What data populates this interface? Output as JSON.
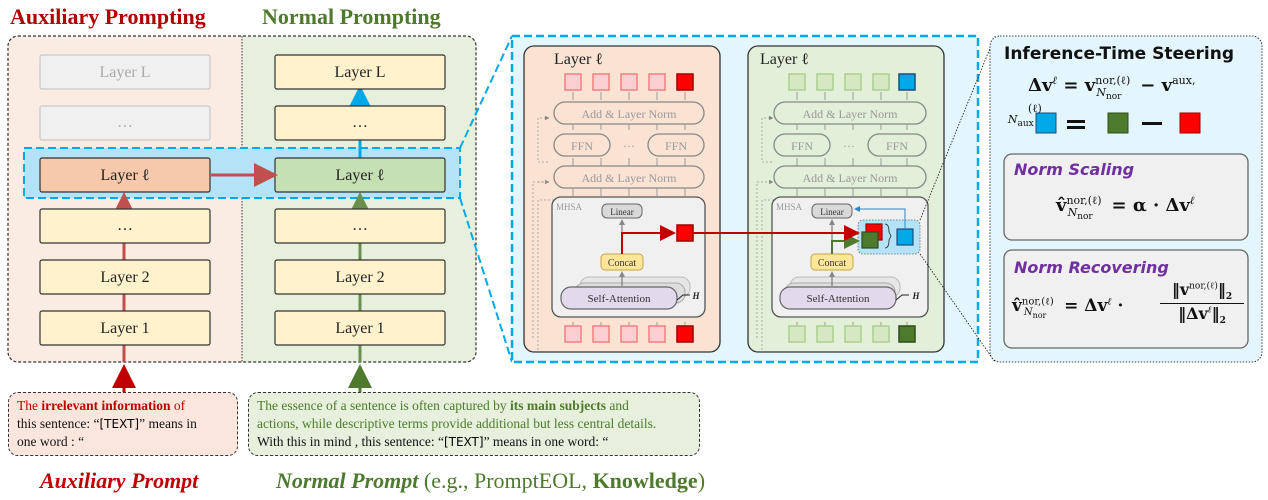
{
  "titles": {
    "auxiliary_prompting": "Auxiliary Prompting",
    "normal_prompting": "Normal Prompting"
  },
  "left_stack": {
    "layers": [
      "Layer L",
      "…",
      "Layer ℓ",
      "…",
      "Layer 2",
      "Layer 1"
    ],
    "faded_layers": [
      "Layer L",
      "…"
    ]
  },
  "right_stack": {
    "layers": [
      "Layer L",
      "…",
      "Layer ℓ",
      "…",
      "Layer 2",
      "Layer 1"
    ]
  },
  "zoom_panel": {
    "aux_layer": {
      "title": "Layer ℓ",
      "add_norm_top": "Add & Layer Norm",
      "ffn_left": "FFN",
      "ffn_ellipsis": "···",
      "ffn_right": "FFN",
      "add_norm_bottom": "Add & Layer Norm",
      "mhsa_label": "MHSA",
      "linear": "Linear",
      "concat": "Concat",
      "self_attention": "Self-Attention",
      "heads": "H"
    },
    "nor_layer": {
      "title": "Layer ℓ",
      "add_norm_top": "Add & Layer Norm",
      "ffn_left": "FFN",
      "ffn_ellipsis": "···",
      "ffn_right": "FFN",
      "add_norm_bottom": "Add & Layer Norm",
      "mhsa_label": "MHSA",
      "linear": "Linear",
      "concat": "Concat",
      "self_attention": "Self-Attention",
      "heads": "H"
    }
  },
  "steering": {
    "title": "Inference-Time Steering",
    "equation": "Δvℓ = v^{nor,(ℓ)}_{N_nor} − v^{aux,(ℓ)}_{N_aux}",
    "legend_equals": "=",
    "legend_minus": "−",
    "norm_scaling": {
      "title": "Norm Scaling",
      "equation": "v̂^{nor,(ℓ)}_{N_nor} = α · Δvℓ"
    },
    "norm_recovering": {
      "title": "Norm Recovering",
      "equation": "v̂^{nor,(ℓ)}_{N_nor} = Δvℓ · ‖v^{nor,(ℓ)}_{N_nor}‖₂ / ‖Δvℓ‖₂"
    }
  },
  "aux_prompt": {
    "part1": "The ",
    "bold": "irrelevant information",
    "part2": " of",
    "line2": "this sentence: “",
    "text_token": "[TEXT]",
    "line2_end": "” means in",
    "line3": "one word : “"
  },
  "normal_prompt": {
    "part1": "The essence of a sentence is often captured by ",
    "bold": "its main subjects",
    "part2": " and",
    "line2": "actions, while descriptive terms provide additional but less central details.",
    "line3_start": "With this in mind , this sentence: “",
    "text_token": "[TEXT]",
    "line3_end": "” means in one word: “"
  },
  "captions": {
    "auxiliary": "Auxiliary Prompt",
    "normal": "Normal Prompt",
    "normal_sub_pre": " (e.g., PromptEOL, ",
    "normal_sub_bold": "Knowledge",
    "normal_sub_post": ")"
  },
  "colors": {
    "aux_red": "#c00000",
    "nor_green": "#4d7a2c",
    "steer_blue": "#00a8e8",
    "vector_red": "#ff0000",
    "vector_green": "#4e7a2e",
    "accent_purple": "#7030a0"
  }
}
